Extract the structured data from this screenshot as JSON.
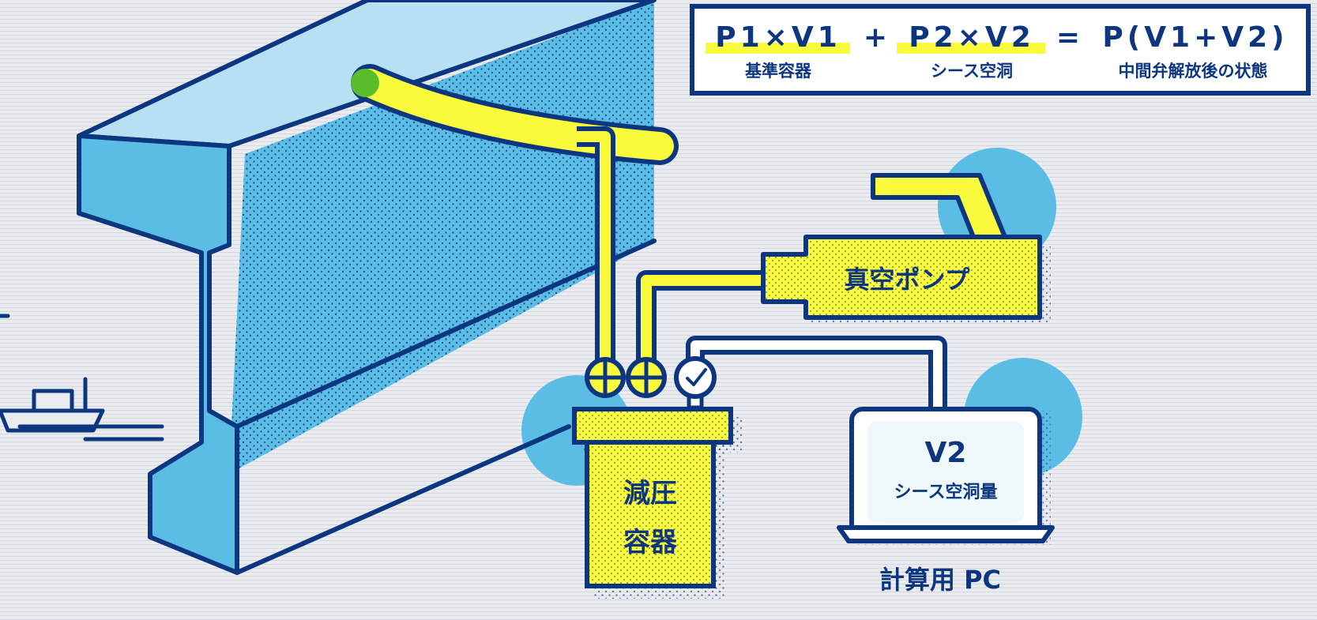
{
  "formula": {
    "term1": "P1×V1",
    "plus": "+",
    "term2": "P2×V2",
    "equals": "=",
    "result": "P(V1+V2)",
    "label1": "基準容器",
    "label2": "シース空洞",
    "label3": "中間弁解放後の状態"
  },
  "labels": {
    "vacuum_pump": "真空ポンプ",
    "decompression_vessel_line1": "減圧",
    "decompression_vessel_line2": "容器",
    "screen_value": "V2",
    "screen_caption": "シース空洞量",
    "pc_label": "計算用 PC"
  },
  "colors": {
    "navy": "#0d3680",
    "yellow": "#fafa3c",
    "sky_blue": "#5bbde3",
    "light_blue": "#a9dcf0",
    "green": "#5cbd2c",
    "background": "#e9ebee"
  }
}
